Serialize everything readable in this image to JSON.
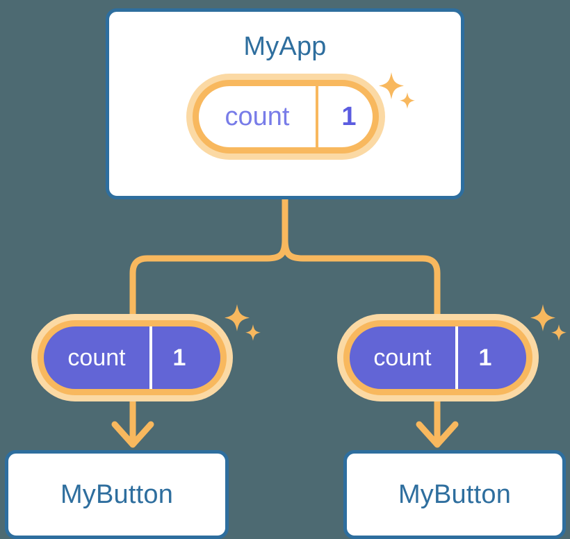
{
  "theme": {
    "background": "#4d6a72",
    "card_border": "#2e6e9e",
    "card_fill": "#ffffff",
    "title_text": "#2e6e9e",
    "pill_ring": "#f8b85e",
    "pill_halo": "#fbd9a4",
    "pill_fill_purple": "#6265d6",
    "state_key_purple": "#787ce8",
    "state_value_purple": "#5b5ce0",
    "connector": "#f8b85e",
    "sparkle": "#f8b85e"
  },
  "diagram": {
    "type": "component-tree",
    "root": {
      "name": "root-component",
      "title": "MyApp",
      "state": {
        "key": "count",
        "value": "1",
        "style": "outline"
      },
      "sparkle": true
    },
    "children": [
      {
        "name": "child-left",
        "state": {
          "key": "count",
          "value": "1",
          "style": "filled"
        },
        "sparkle": true,
        "card": {
          "title": "MyButton"
        }
      },
      {
        "name": "child-right",
        "state": {
          "key": "count",
          "value": "1",
          "style": "filled"
        },
        "sparkle": true,
        "card": {
          "title": "MyButton"
        }
      }
    ]
  },
  "icons": {
    "sparkle_large": "sparkle-four-point-large-icon",
    "sparkle_small": "sparkle-four-point-small-icon",
    "arrow_down_left": "arrow-down-icon",
    "arrow_down_right": "arrow-down-icon",
    "branch_connector": "branch-connector-icon"
  }
}
